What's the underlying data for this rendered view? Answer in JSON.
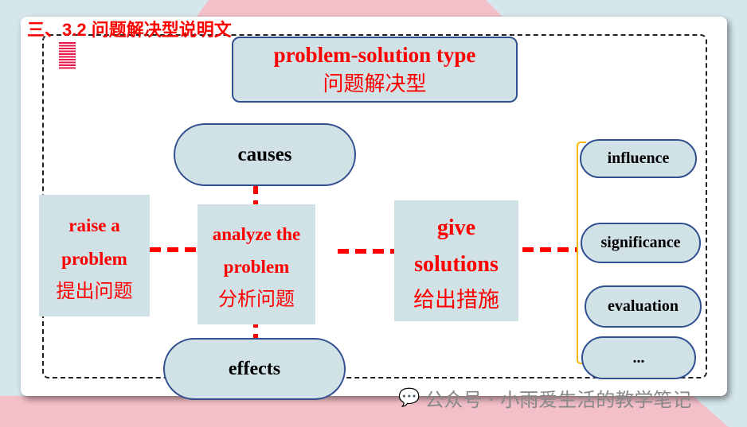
{
  "title": "三、3.2 问题解决型说明文",
  "header": {
    "en": "problem-solution type",
    "cn": "问题解决型"
  },
  "raise": {
    "en1": "raise a",
    "en2": "problem",
    "cn": "提出问题"
  },
  "analyze": {
    "en1": "analyze the",
    "en2": "problem",
    "cn": "分析问题"
  },
  "give": {
    "en1": "give",
    "en2": "solutions",
    "cn": "给出措施"
  },
  "causes": "causes",
  "effects": "effects",
  "outcomes": [
    "influence",
    "significance",
    "evaluation",
    "..."
  ],
  "watermark": "公众号 · 小雨爱生活的教学笔记"
}
